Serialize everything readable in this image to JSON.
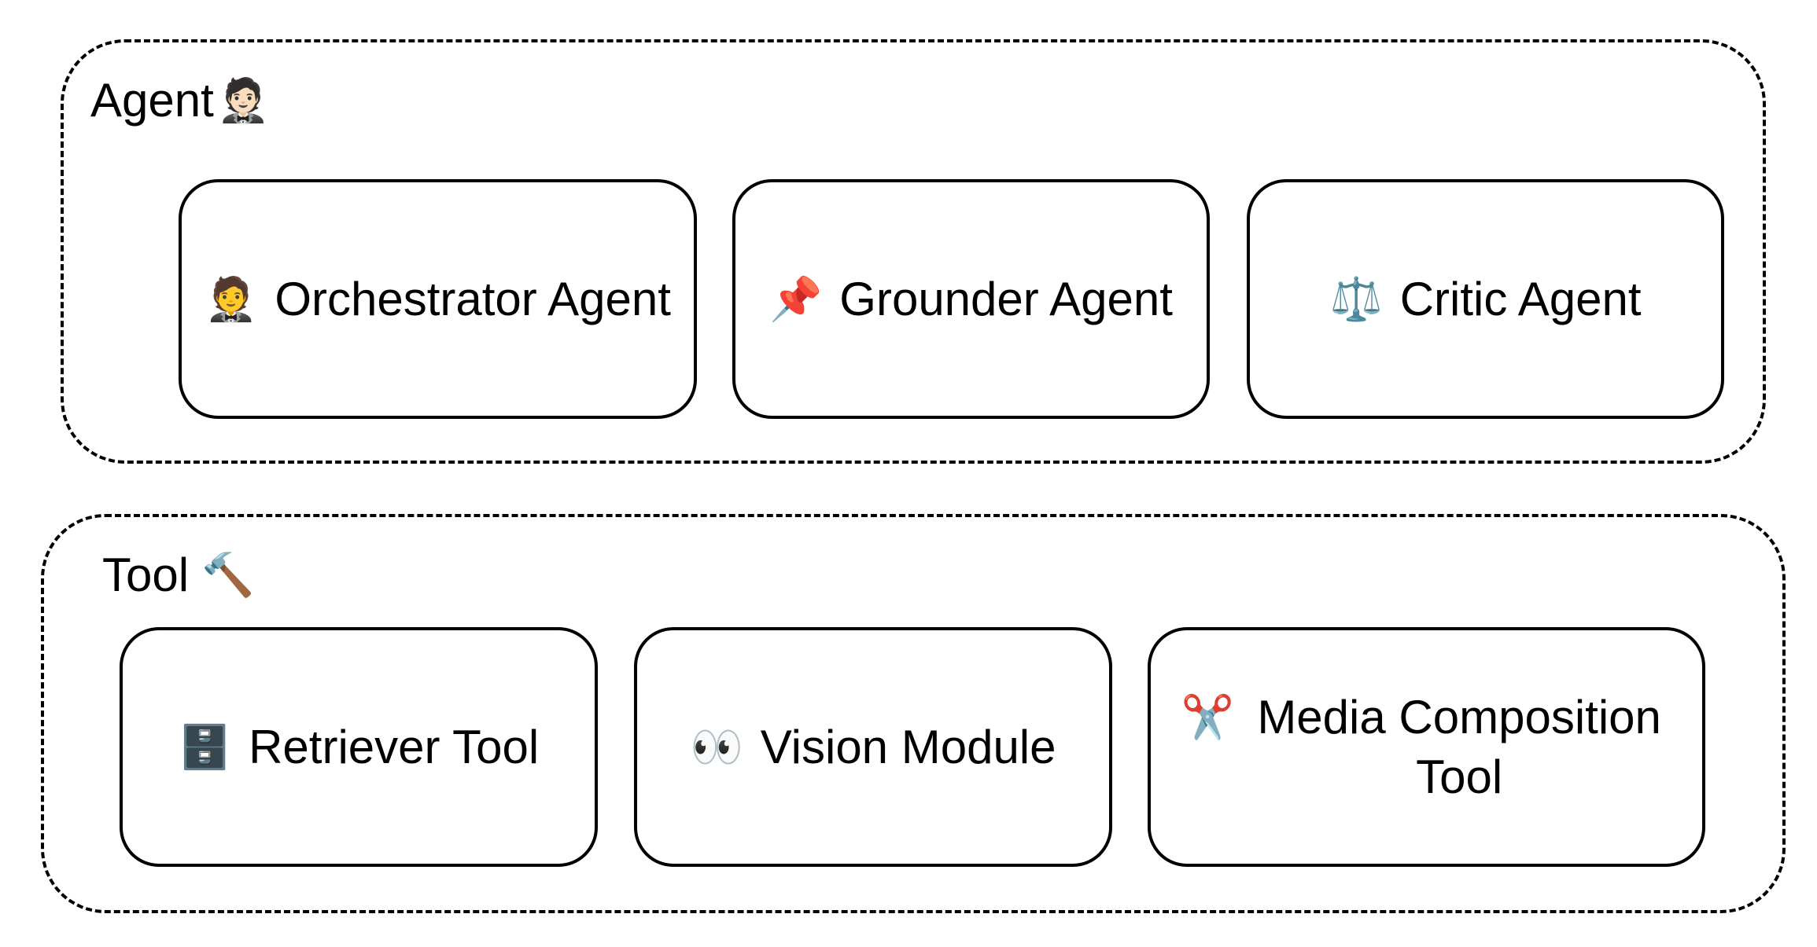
{
  "agent_group": {
    "title": "Agent",
    "title_icon": "🤵🏻",
    "title_icon_name": "person-in-tuxedo-icon",
    "items": [
      {
        "icon": "🤵",
        "icon_name": "person-in-tuxedo-icon",
        "label": "Orchestrator Agent"
      },
      {
        "icon": "📌",
        "icon_name": "pushpin-icon",
        "label": "Grounder Agent"
      },
      {
        "icon": "⚖️",
        "icon_name": "balance-scale-icon",
        "label": "Critic Agent"
      }
    ]
  },
  "tool_group": {
    "title": "Tool",
    "title_icon": "🔨",
    "title_icon_name": "hammer-icon",
    "items": [
      {
        "icon": "🗄️",
        "icon_name": "file-cabinet-icon",
        "label": "Retriever Tool"
      },
      {
        "icon": "👀",
        "icon_name": "eyes-icon",
        "label": "Vision Module"
      },
      {
        "icon": "✂️",
        "icon_name": "scissors-icon",
        "label": "Media Composition Tool"
      }
    ]
  }
}
